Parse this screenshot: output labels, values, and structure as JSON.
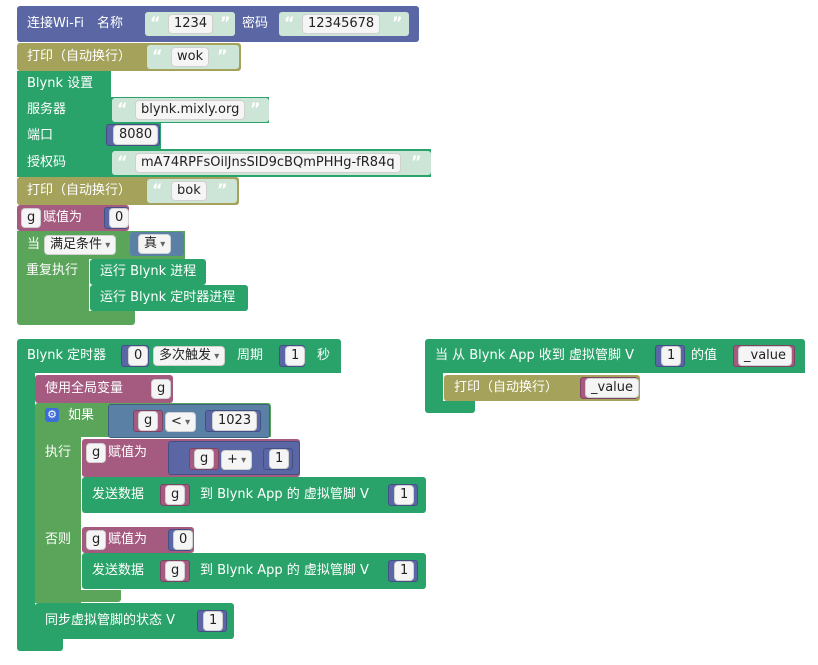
{
  "colors": {
    "wifi": "#5b67a5",
    "print": "#a5a25b",
    "blynk": "#2aa36a",
    "variable": "#a55b80",
    "loop": "#5ba55b",
    "string": "#cde5d7"
  },
  "wifi": {
    "title": "连接Wi-Fi",
    "name_label": "名称",
    "name_value": "1234",
    "password_label": "密码",
    "password_value": "12345678"
  },
  "print1": {
    "label": "打印（自动换行）",
    "value": "wok"
  },
  "blynk_setup": {
    "title": "Blynk 设置",
    "server_label": "服务器",
    "server_value": "blynk.mixly.org",
    "port_label": "端口",
    "port_value": "8080",
    "auth_label": "授权码",
    "auth_value": "mA74RPFsOilJnsSID9cBQmPHHg-fR84q"
  },
  "print2": {
    "label": "打印（自动换行）",
    "value": "bok"
  },
  "assign_g0": {
    "var": "g",
    "label": "赋值为",
    "value": "0"
  },
  "while_loop": {
    "when_label": "当",
    "condition_select": "满足条件",
    "bool_value": "真",
    "repeat_label": "重复执行",
    "run_blynk": "运行 Blynk 进程",
    "run_timer": "运行 Blynk 定时器进程"
  },
  "timer": {
    "title": "Blynk 定时器",
    "timer_no": "0",
    "mode": "多次触发",
    "period_label": "周期",
    "period_value": "1",
    "unit": "秒",
    "global_label": "使用全局变量",
    "global_var": "g",
    "if_label": "如果",
    "cond_var": "g",
    "cond_op": "<",
    "cond_value": "1023",
    "do_label": "执行",
    "assign_var": "g",
    "assign_label": "赋值为",
    "add_var": "g",
    "add_op": "+",
    "add_value": "1",
    "send_label": "发送数据",
    "send_var": "g",
    "send_suffix": "到 Blynk App 的 虚拟管脚 V",
    "send_pin": "1",
    "else_label": "否则",
    "else_var": "g",
    "else_assign_label": "赋值为",
    "else_value": "0",
    "send2_label": "发送数据",
    "send2_var": "g",
    "send2_suffix": "到 Blynk App 的 虚拟管脚 V",
    "send2_pin": "1",
    "sync_label": "同步虚拟管脚的状态 V",
    "sync_pin": "1"
  },
  "receive": {
    "label": "当 从 Blynk App 收到 虚拟管脚 V",
    "pin": "1",
    "suffix": "的值",
    "param": "_value",
    "print_label": "打印（自动换行）",
    "print_value": "_value"
  }
}
